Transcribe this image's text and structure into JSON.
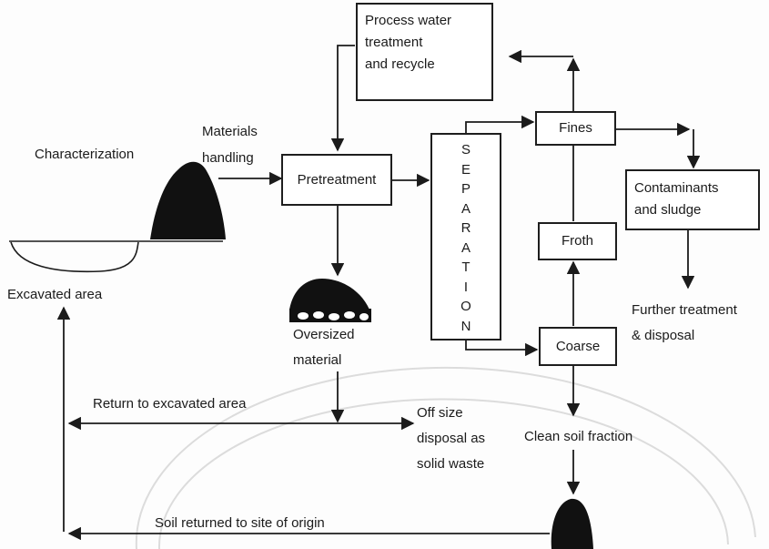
{
  "boxes": {
    "process_water": [
      "Process water",
      "treatment",
      "and recycle"
    ],
    "pretreatment": "Pretreatment",
    "separation": [
      "S",
      "E",
      "P",
      "A",
      "R",
      "A",
      "T",
      "I",
      "O",
      "N"
    ],
    "fines": "Fines",
    "froth": "Froth",
    "coarse": "Coarse",
    "contaminants": [
      "Contaminants",
      "and sludge"
    ]
  },
  "labels": {
    "characterization": "Characterization",
    "materials_handling": [
      "Materials",
      "handling"
    ],
    "excavated_area": "Excavated area",
    "oversized_material": [
      "Oversized",
      "material"
    ],
    "further_treatment": [
      "Further treatment",
      "& disposal"
    ],
    "return_excavated": "Return to excavated area",
    "off_size": [
      "Off size",
      "disposal as",
      "solid waste"
    ],
    "clean_soil": "Clean soil fraction",
    "soil_returned": "Soil returned to site of origin"
  },
  "colors": {
    "ink": "#1b1b1b",
    "pile": "#111111",
    "watermark": "#d9d9d9"
  }
}
